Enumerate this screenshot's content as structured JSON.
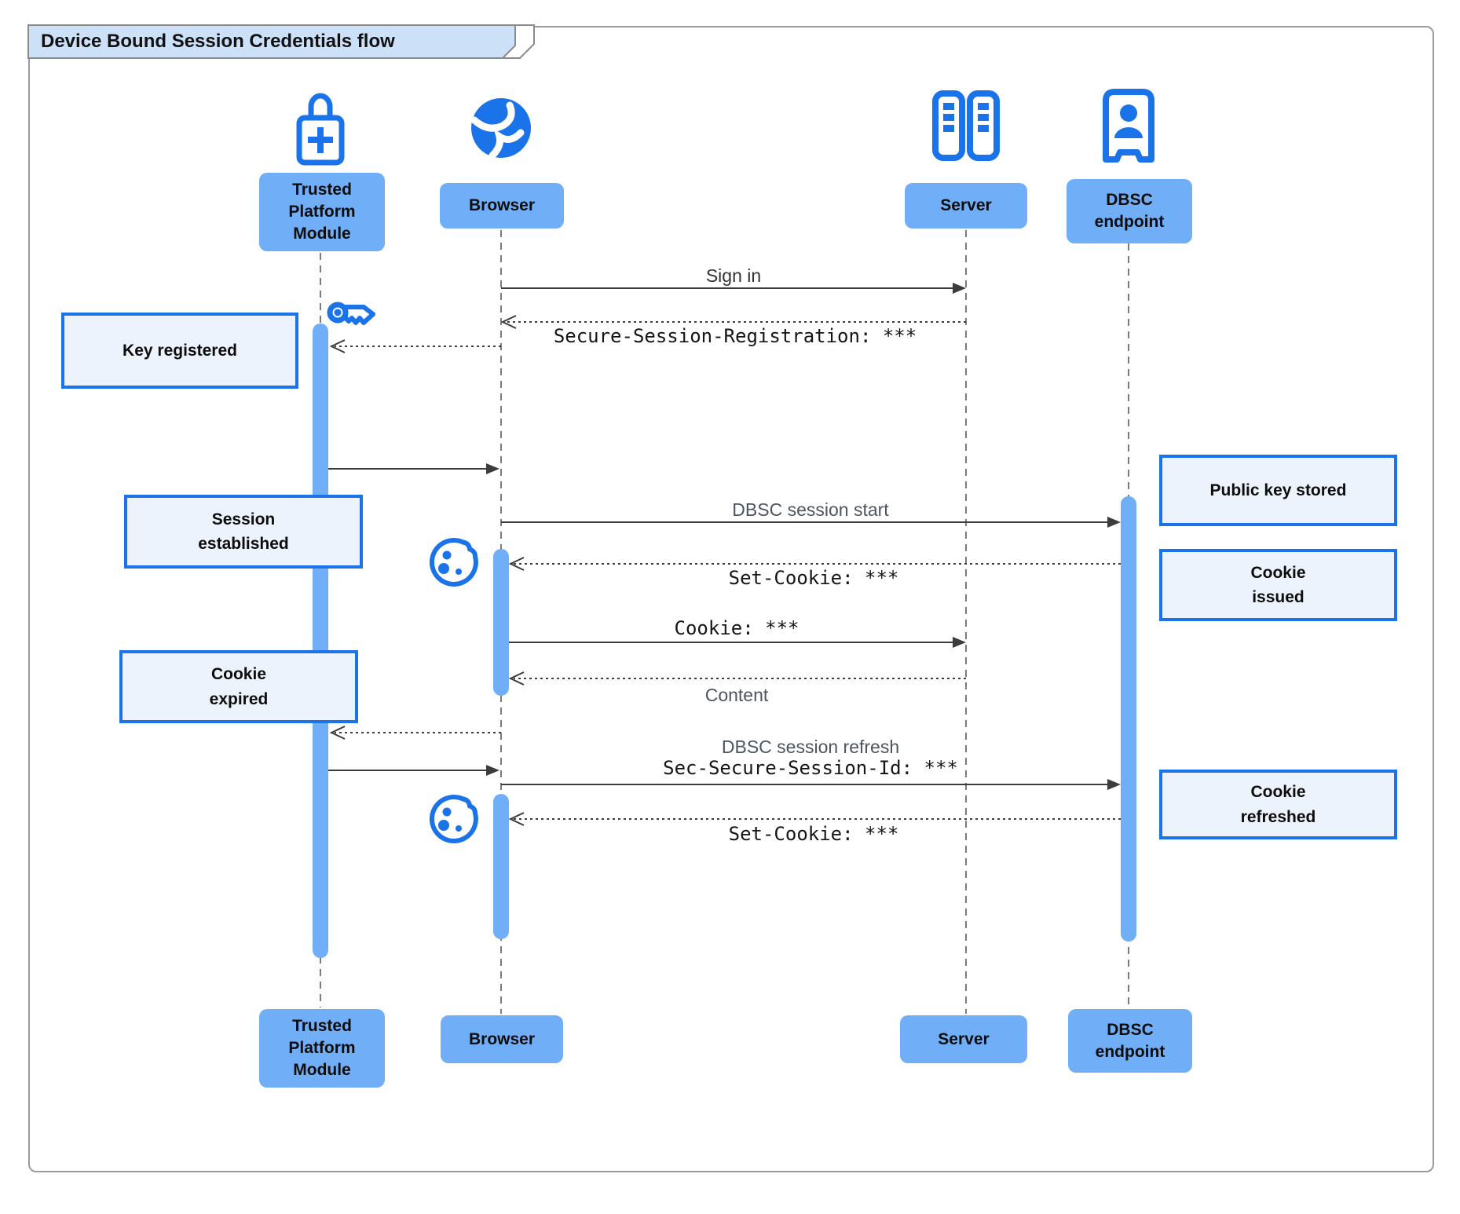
{
  "title": "Device Bound Session Credentials flow",
  "actors": {
    "tpm": {
      "label": "Trusted\nPlatform\nModule",
      "icon": "lock-plus-icon"
    },
    "browser": {
      "label": "Browser",
      "icon": "globe-icon"
    },
    "server": {
      "label": "Server",
      "icon": "server-racks-icon"
    },
    "dbsc": {
      "label": "DBSC\nendpoint",
      "icon": "person-badge-icon"
    }
  },
  "messages": {
    "sign_in": "Sign in",
    "session_registration": "Secure-Session-Registration: ***",
    "dbsc_session_start": "DBSC session start",
    "set_cookie_issue": "Set-Cookie: ***",
    "cookie": "Cookie: ***",
    "content": "Content",
    "dbsc_session_refresh": "DBSC session refresh",
    "sec_secure_session_id": "Sec-Secure-Session-Id: ***",
    "set_cookie_refresh": "Set-Cookie: ***"
  },
  "notes": {
    "key_registered": "Key registered",
    "session_established": "Session\nestablished",
    "cookie_expired": "Cookie\nexpired",
    "public_key_stored": "Public key stored",
    "cookie_issued": "Cookie\nissued",
    "cookie_refreshed": "Cookie\nrefreshed"
  },
  "decorative_icons": [
    "key-icon",
    "cookie-icon",
    "cookie-icon"
  ],
  "colors": {
    "accent_blue": "#1a73e8",
    "bar_blue": "#70aef7",
    "note_fill": "#edf3fd",
    "tab_fill": "#cce0f7",
    "line_gray": "#3c3c3c",
    "lifeline_gray": "#7b7b7b"
  }
}
